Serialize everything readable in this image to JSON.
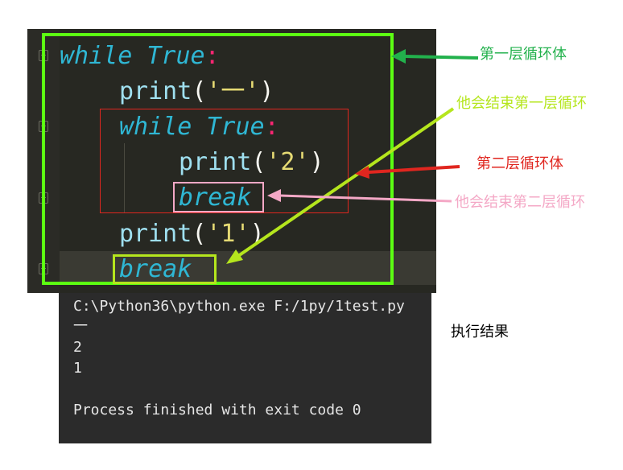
{
  "editor": {
    "lines": [
      {
        "kw": "while True",
        "colon": ":"
      },
      {
        "fn": "print",
        "open": "(",
        "str": "'一'",
        "close": ")"
      },
      {
        "kw": "while True",
        "colon": ":"
      },
      {
        "fn": "print",
        "open": "(",
        "str": "'2'",
        "close": ")"
      },
      {
        "kw": "break"
      },
      {
        "fn": "print",
        "open": "(",
        "str": "'1'",
        "close": ")"
      },
      {
        "kw": "break"
      }
    ]
  },
  "console": {
    "lines": [
      "C:\\Python36\\python.exe F:/1py/1test.py",
      "一",
      "2",
      "1",
      "",
      "Process finished with exit code 0"
    ]
  },
  "annotations": {
    "outer_loop_body": "第一层循环体",
    "ends_outer_loop": "他会结束第一层循环",
    "inner_loop_body": "第二层循环体",
    "ends_inner_loop": "他会结束第二层循环",
    "execution_result": "执行结果"
  },
  "colors": {
    "outer_loop": "#5cff12",
    "outer_label": "#22b14c",
    "ends_outer": "#b5e61d",
    "inner_loop": "#e0261f",
    "ends_inner": "#f4a8c6"
  }
}
